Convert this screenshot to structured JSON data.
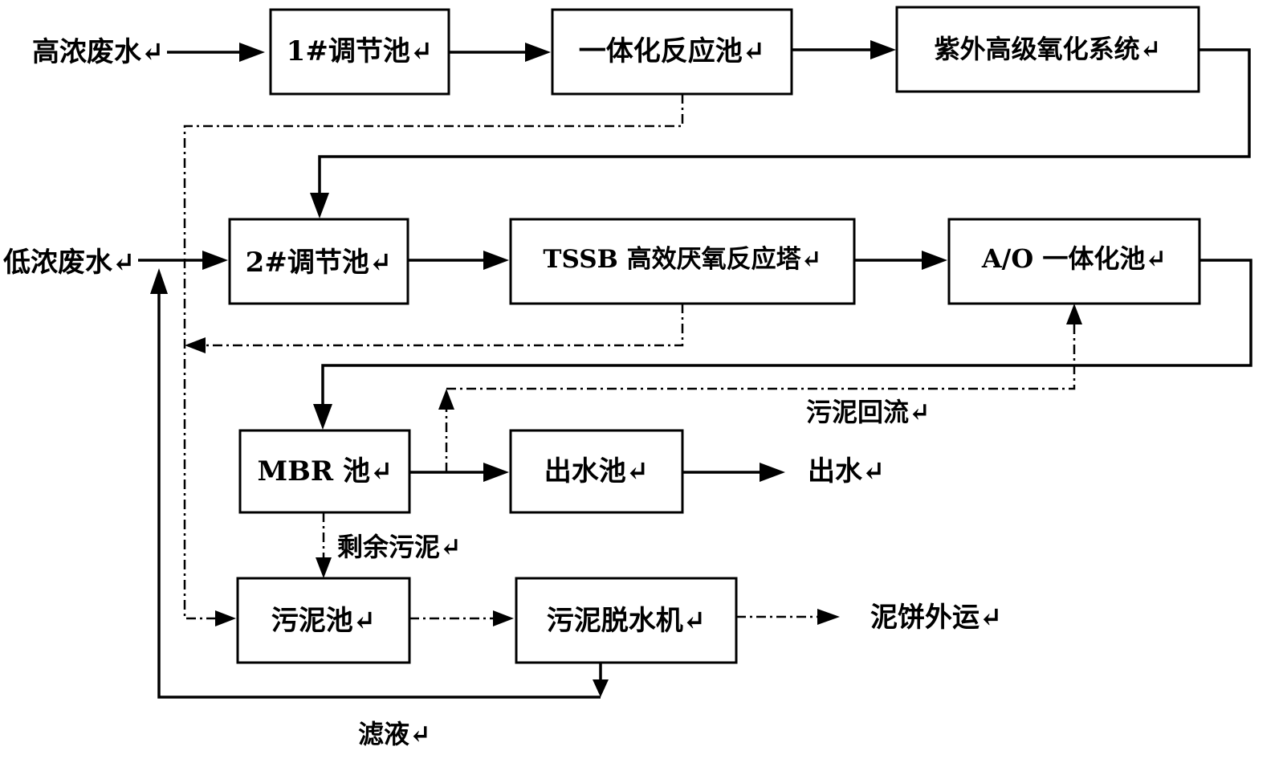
{
  "nodes": {
    "high_conc_wastewater": "高浓废水↵",
    "tank1": "1#调节池↵",
    "integrated_reaction_tank": "一体化反应池↵",
    "uv_advanced_oxidation": "紫外高级氧化系统↵",
    "low_conc_wastewater": "低浓废水↵",
    "tank2": "2#调节池↵",
    "tssb_reactor": "TSSB 高效厌氧反应塔↵",
    "ao_tank": "A/O 一体化池↵",
    "mbr_tank": "MBR 池↵",
    "effluent_tank": "出水池↵",
    "effluent": "出水↵",
    "sludge_tank": "污泥池↵",
    "sludge_dewatering_machine": "污泥脱水机↵",
    "sludge_cake_export": "泥饼外运↵"
  },
  "labels": {
    "sludge_return": "污泥回流↵",
    "excess_sludge": "剩余污泥↵",
    "filtrate": "滤液↵"
  },
  "colors": {
    "line": "#000000",
    "box_fill": "#ffffff",
    "background": "#ffffff"
  }
}
